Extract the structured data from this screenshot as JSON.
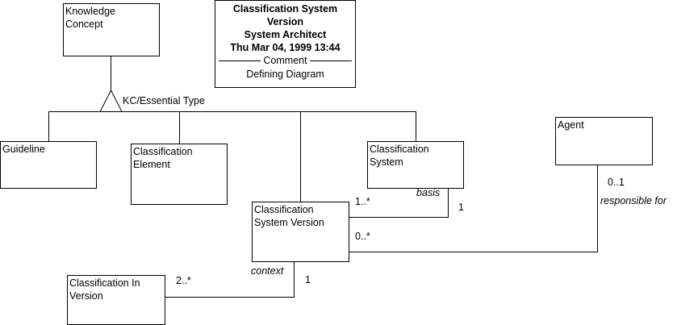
{
  "header": {
    "title_lines": [
      "Classification System",
      "Version",
      "System Architect",
      "Thu Mar 04, 1999  13:44"
    ],
    "comment_label": "Comment",
    "comment_text": "Defining Diagram"
  },
  "classes": {
    "knowledge_concept": "Knowledge\nConcept",
    "guideline": "Guideline",
    "classification_element": "Classification\nElement",
    "classification_system": "Classification\nSystem",
    "agent": "Agent",
    "classification_system_version": "Classification\nSystem Version",
    "classification_in_version": "Classification In\nVersion"
  },
  "generalization": {
    "label": "KC/Essential Type"
  },
  "associations": {
    "basis": {
      "role": "basis",
      "near_version": "1..*",
      "near_system": "1"
    },
    "responsible_for": {
      "role": "responsible for",
      "near_agent": "0..1",
      "near_version": "0..*"
    },
    "context": {
      "role": "context",
      "near_version": "1",
      "near_in_version": "2..*"
    }
  }
}
